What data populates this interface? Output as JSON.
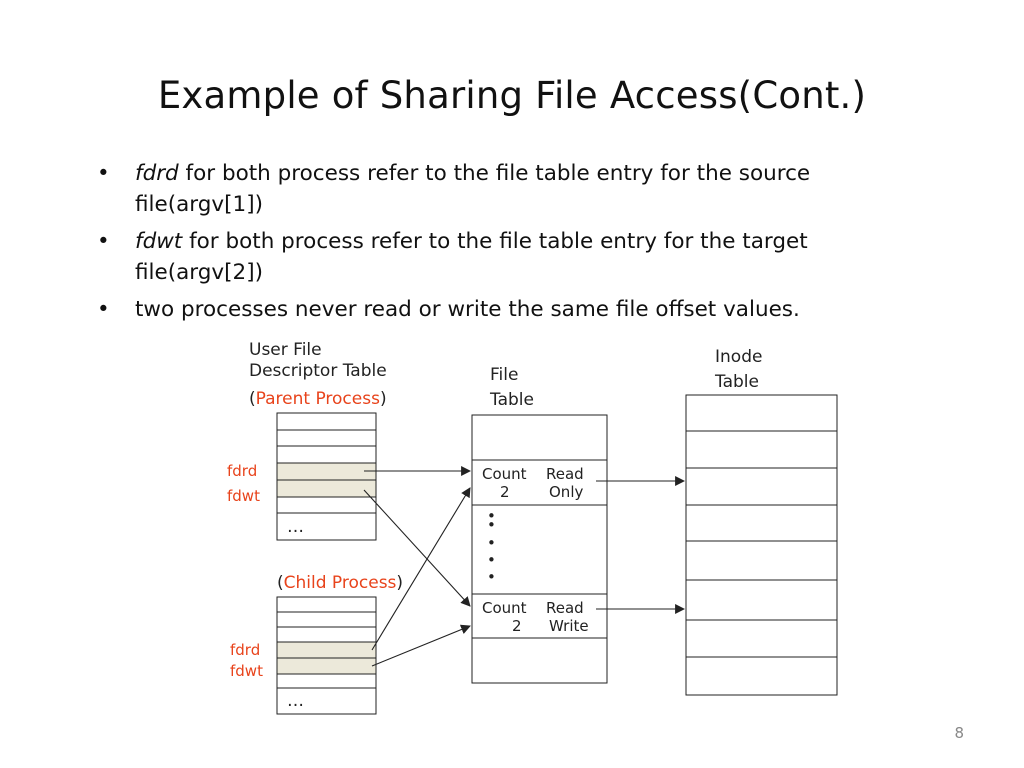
{
  "slide": {
    "title": "Example of Sharing File Access(Cont.)",
    "page_number": "8"
  },
  "bullets": [
    {
      "marker": "•",
      "emphasis": "fdrd",
      "text": " for both process refer to the file table entry for the source file(argv[1])"
    },
    {
      "marker": "•",
      "emphasis": "fdwt",
      "text": " for both process refer to the file table entry for the target file(argv[2])"
    },
    {
      "marker": "•",
      "emphasis": "",
      "text": "two processes never read or write the same file offset values."
    }
  ],
  "diagram": {
    "user_fd_table": {
      "title_line1": "User File",
      "title_line2": "Descriptor Table",
      "open_paren": "(",
      "close_paren": ")",
      "parent_label": "Parent Process",
      "child_label": "Child Process",
      "parent_rows": {
        "fdrd": "fdrd",
        "fdwt": "fdwt",
        "ellipsis": "…"
      },
      "child_rows": {
        "fdrd": "fdrd",
        "fdwt": "fdwt",
        "ellipsis": "…"
      }
    },
    "file_table": {
      "title_line1": "File",
      "title_line2": "Table",
      "entry_read": {
        "count_label": "Count",
        "count_value": "2",
        "mode_line1": "Read",
        "mode_line2": "Only"
      },
      "entry_write": {
        "count_label": "Count",
        "count_value": "2",
        "mode_line1": "Read",
        "mode_line2": "Write"
      },
      "dots": [
        "•",
        "•",
        "•",
        "•",
        "•"
      ]
    },
    "inode_table": {
      "title_line1": "Inode",
      "title_line2": "Table"
    },
    "colors": {
      "accent_red": "#e8431b",
      "highlight_fill": "#ece9da",
      "line": "#222222"
    }
  }
}
